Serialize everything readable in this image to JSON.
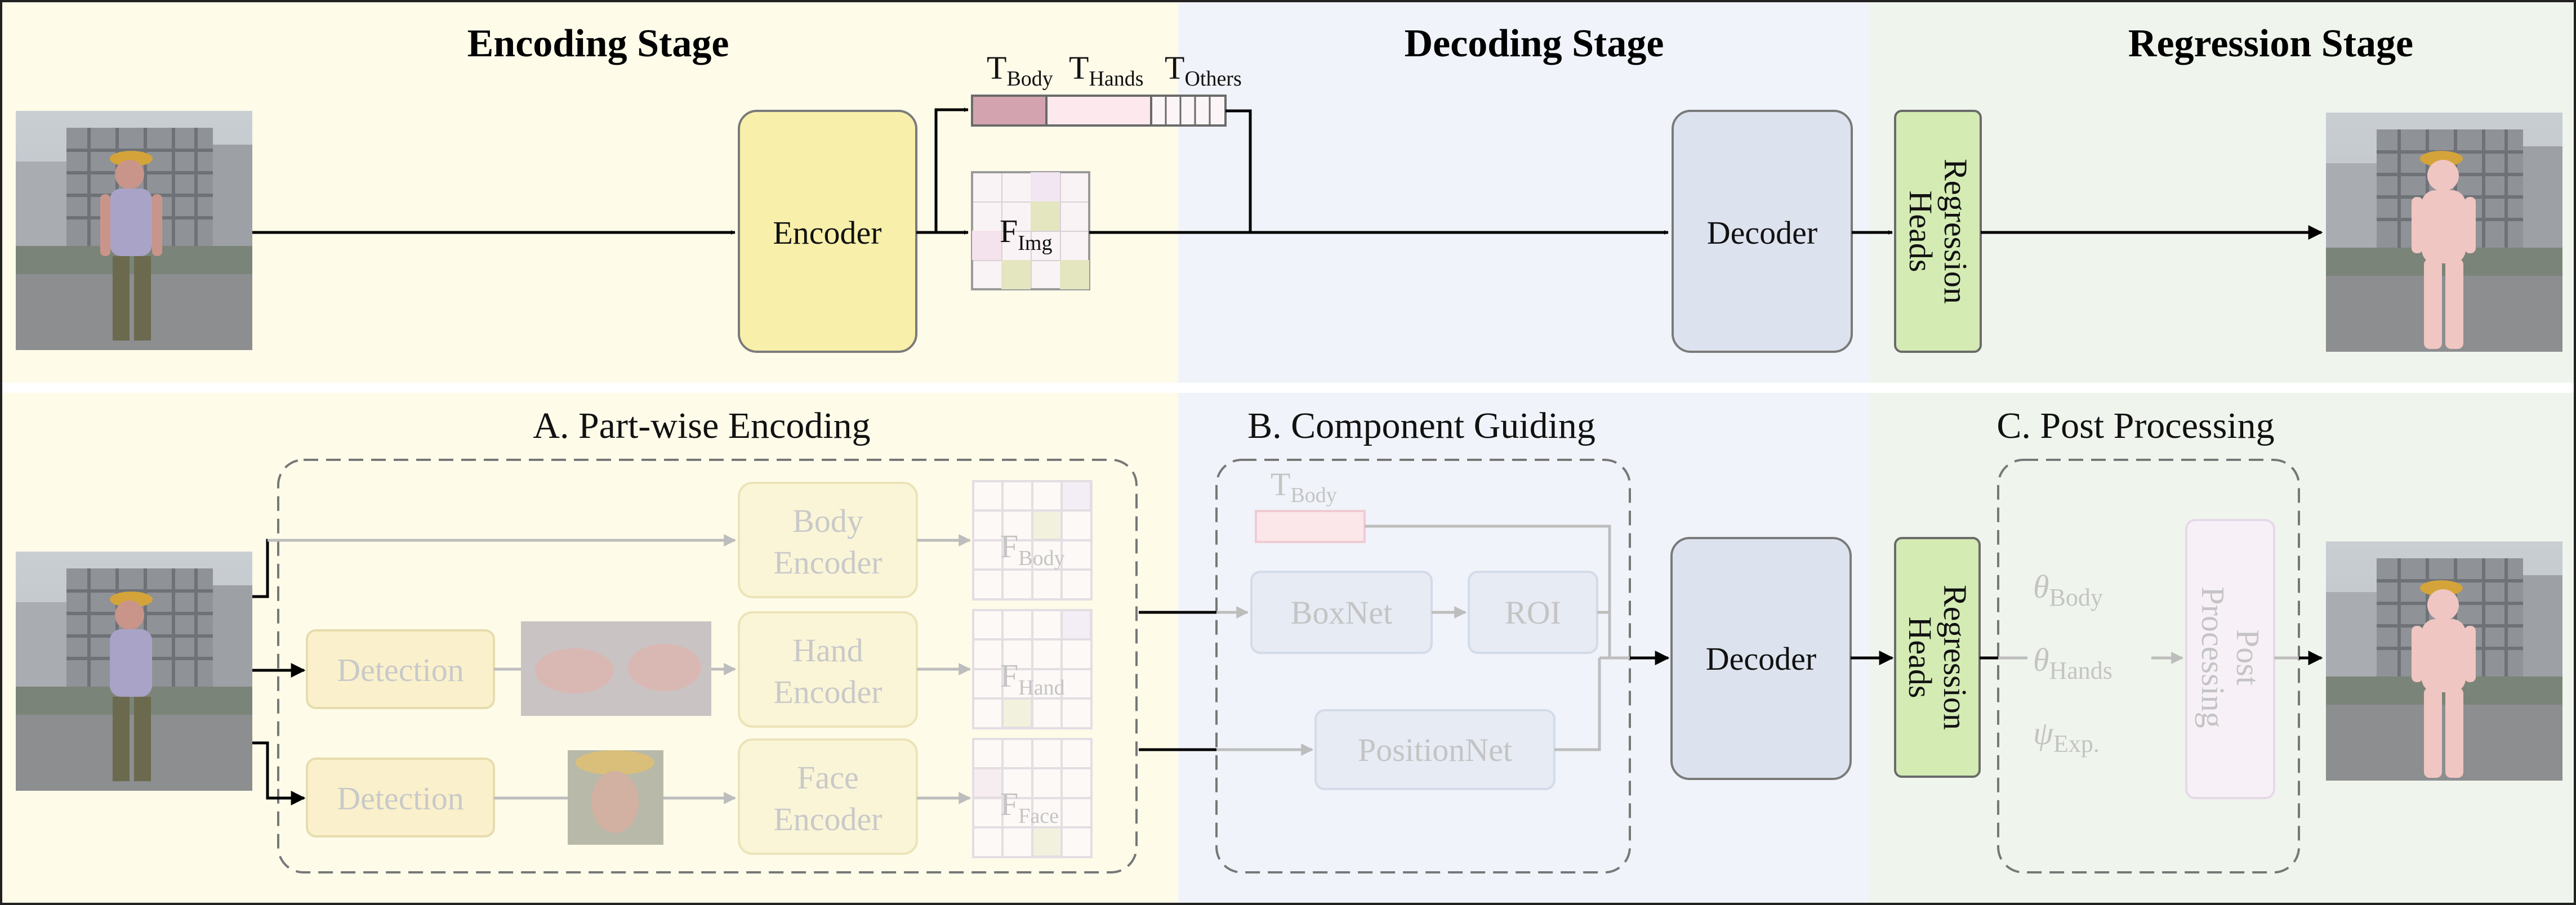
{
  "stages": {
    "encoding": "Encoding Stage",
    "decoding": "Decoding Stage",
    "regression": "Regression Stage"
  },
  "top": {
    "encoder": "Encoder",
    "decoder": "Decoder",
    "regression_heads": [
      "Regression",
      "Heads"
    ],
    "tokens": [
      {
        "main": "T",
        "sub": "Body"
      },
      {
        "main": "T",
        "sub": "Hands"
      },
      {
        "main": "T",
        "sub": "Others"
      }
    ],
    "feature": {
      "main": "F",
      "sub": "Img"
    }
  },
  "bottom": {
    "sections": {
      "a": "A. Part-wise Encoding",
      "b": "B. Component Guiding",
      "c": "C. Post Processing"
    },
    "body_encoder": [
      "Body",
      "Encoder"
    ],
    "hand_encoder": [
      "Hand",
      "Encoder"
    ],
    "face_encoder": [
      "Face",
      "Encoder"
    ],
    "detection": "Detection",
    "features": [
      {
        "main": "F",
        "sub": "Body"
      },
      {
        "main": "F",
        "sub": "Hand"
      },
      {
        "main": "F",
        "sub": "Face"
      }
    ],
    "t_body": {
      "main": "T",
      "sub": "Body"
    },
    "boxnet": "BoxNet",
    "roi": "ROI",
    "positionnet": "PositionNet",
    "decoder": "Decoder",
    "regression_heads": [
      "Regression",
      "Heads"
    ],
    "params": [
      {
        "main": "θ",
        "sub": "Body"
      },
      {
        "main": "θ",
        "sub": "Hands"
      },
      {
        "main": "ψ",
        "sub": "Exp."
      }
    ],
    "post_processing": [
      "Post",
      "Processing"
    ]
  },
  "colors": {
    "encoding_bg": "#fefbe9",
    "decoding_bg": "#f0f3f9",
    "regression_bg": "#eff5ec",
    "encoder_fill": "#f8efaa",
    "decoder_fill": "#dde3ee",
    "regression_fill": "#d4ebb4",
    "token_body": "#d3a4b0",
    "token_hands": "#fde8ed"
  },
  "icons": [
    "person-photo-icon",
    "hands-crop-icon",
    "face-crop-icon",
    "body-mesh-overlay-icon"
  ]
}
